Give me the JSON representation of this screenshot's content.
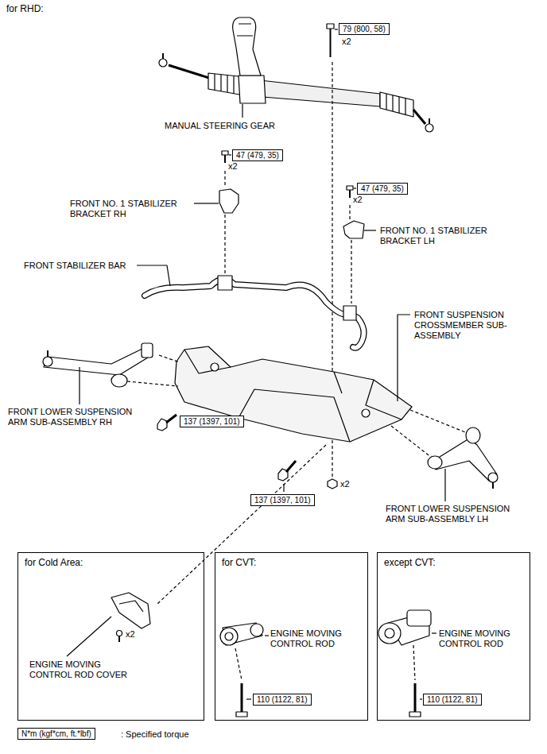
{
  "diagram": {
    "title": "for RHD:",
    "nodes": [
      {
        "text": [
          "79 (800, 58)"
        ]
      },
      {
        "text": [
          "47 (479, 35)"
        ]
      },
      {
        "text": [
          "47 (479, 35)"
        ]
      },
      {
        "text": [
          "137 (1397, 101)"
        ]
      },
      {
        "text": [
          "137 (1397, 101)"
        ]
      },
      {
        "text": [
          "for Cold Area:"
        ]
      },
      {
        "text": [
          "for CVT:"
        ]
      },
      {
        "text": [
          "except CVT:"
        ]
      },
      {
        "text": [
          "110 (1122, 81)"
        ],
        "in": 6
      },
      {
        "text": [
          "110 (1122, 81)"
        ],
        "in": 7
      },
      {
        "text": [
          "N*m (kgf*cm, ft.*lbf)"
        ]
      }
    ],
    "labels": [
      "x2",
      "MANUAL STEERING GEAR",
      "x2",
      "x2",
      "FRONT NO. 1 STABILIZER BRACKET RH",
      "FRONT NO. 1 STABILIZER BRACKET LH",
      "FRONT STABILIZER BAR",
      "FRONT SUSPENSION CROSSMEMBER SUB-ASSEMBLY",
      "FRONT LOWER SUSPENSION ARM SUB-ASSEMBLY RH",
      "x2",
      "FRONT LOWER SUSPENSION ARM SUB-ASSEMBLY LH",
      "x2",
      "ENGINE MOVING CONTROL ROD COVER",
      "ENGINE MOVING CONTROL ROD",
      "ENGINE MOVING CONTROL ROD",
      ": Specified torque"
    ]
  }
}
